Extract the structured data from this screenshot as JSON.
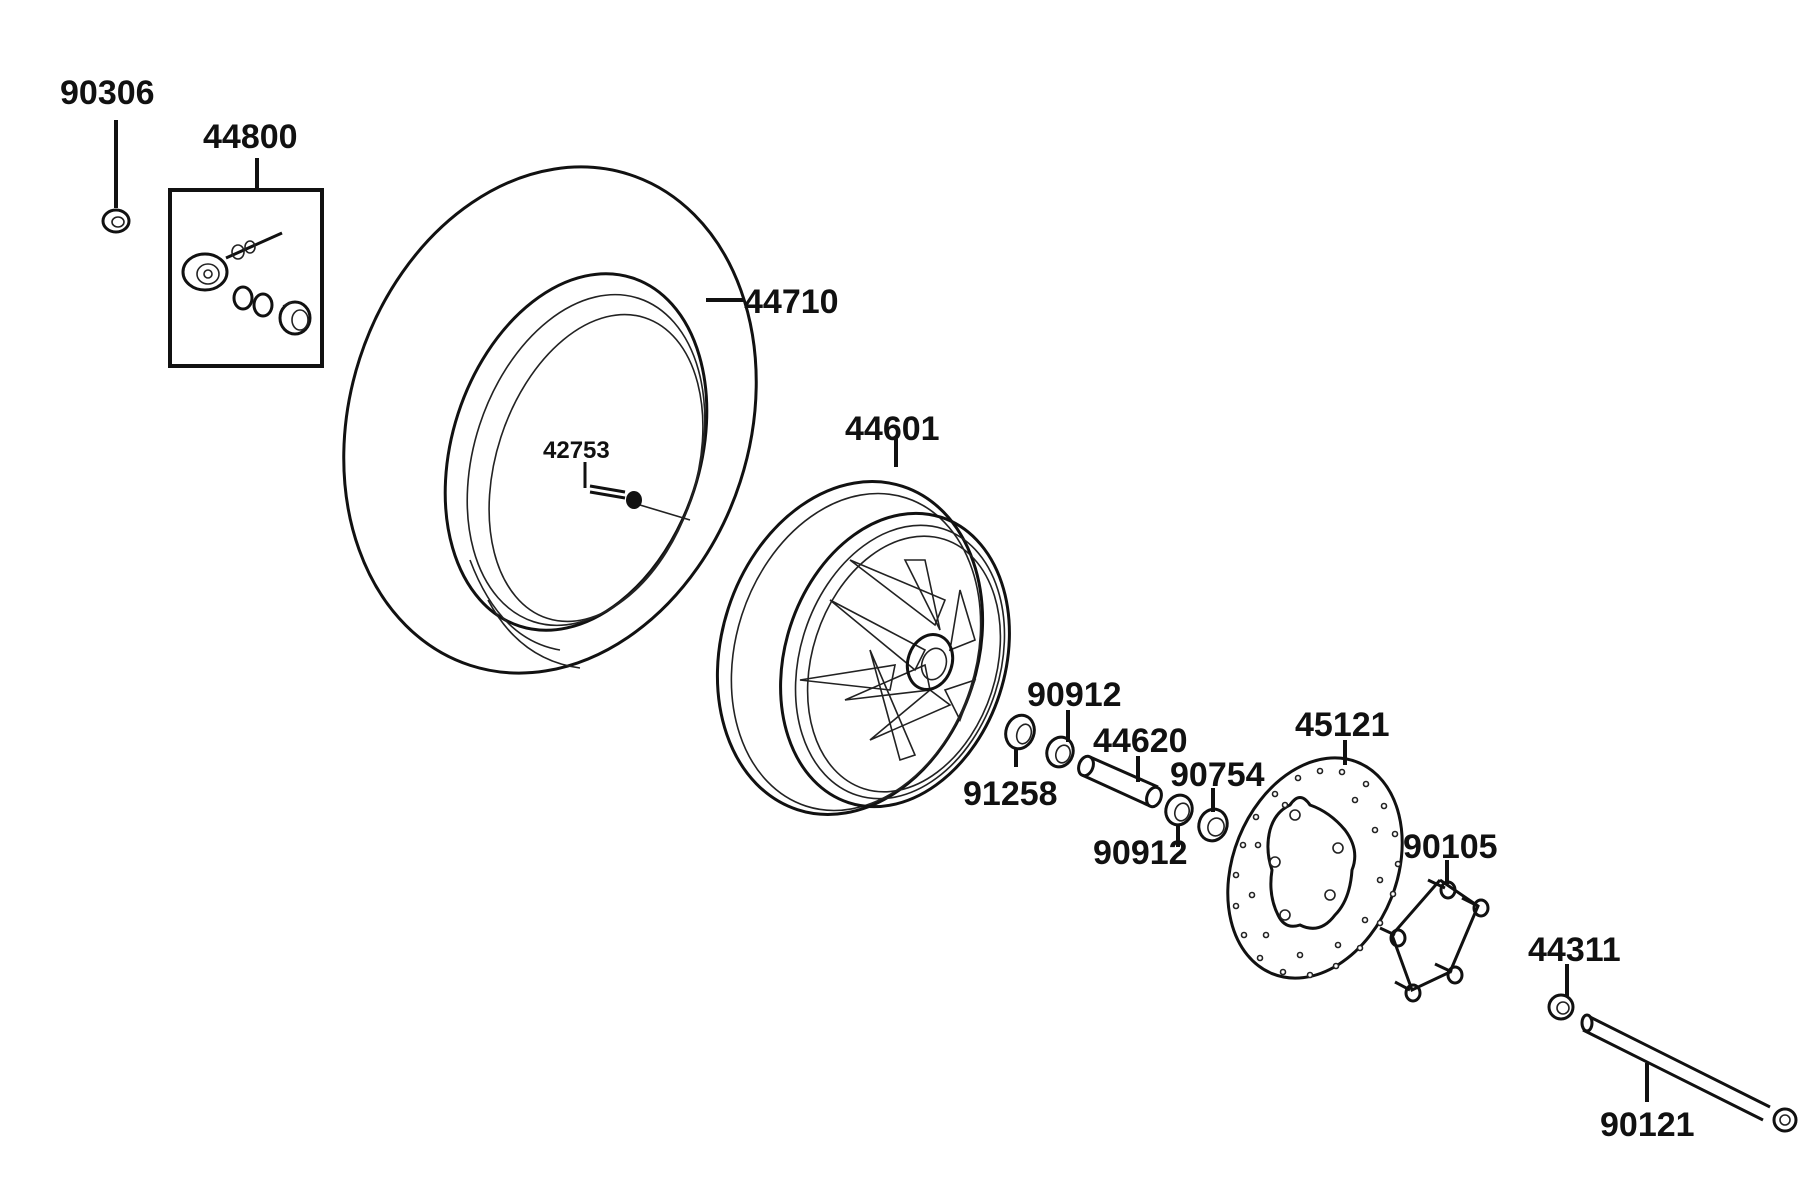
{
  "parts": {
    "p90306": "90306",
    "p44800": "44800",
    "p44710": "44710",
    "p42753": "42753",
    "p44601": "44601",
    "p90912_top": "90912",
    "p44620": "44620",
    "p90754": "90754",
    "p91258": "91258",
    "p90912_bottom": "90912",
    "p45121": "45121",
    "p90105": "90105",
    "p44311": "44311",
    "p90121": "90121"
  }
}
